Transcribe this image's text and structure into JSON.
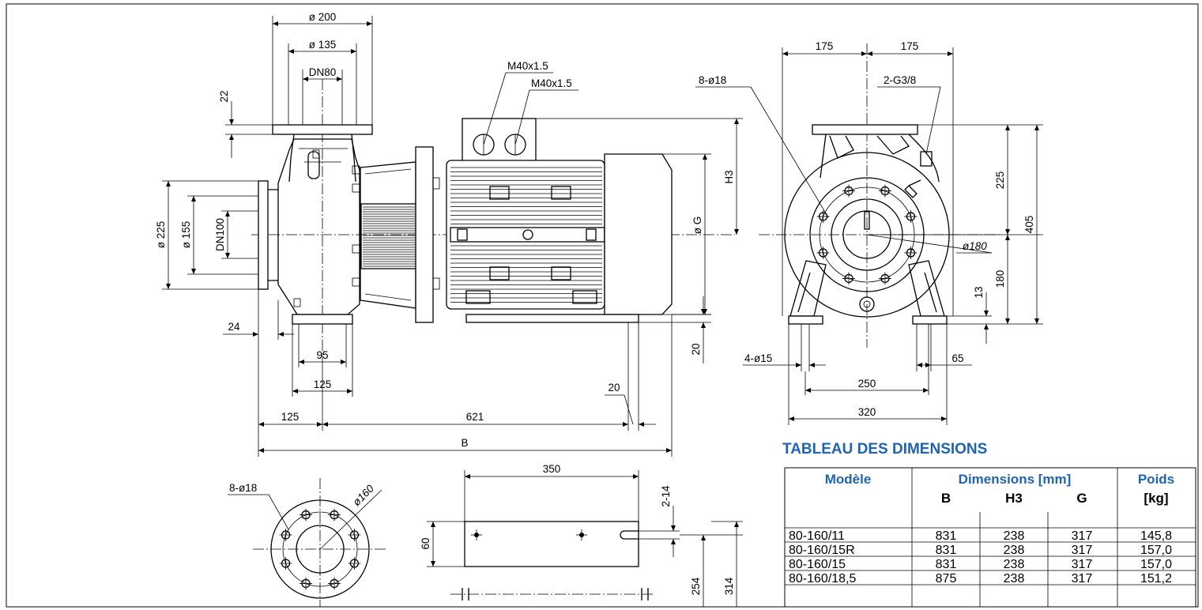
{
  "front_view": {
    "outlet_flange_od": "ø 200",
    "outlet_bolt_circle": "ø 135",
    "outlet_dn": "DN80",
    "outlet_flange_thk": "22",
    "inlet_flange_od": "ø 225",
    "inlet_bolt_circle": "ø 155",
    "inlet_dn": "DN100",
    "inlet_offset": "24",
    "foot_inner": "95",
    "foot_outer": "125",
    "front_to_foot": "125",
    "length_621": "621",
    "overall_length": "B",
    "base_rail": "20",
    "base_thk": "20",
    "cable_gland_1": "M40x1.5",
    "cable_gland_2": "M40x1.5",
    "h3_label": "H3",
    "g_label": "ø G"
  },
  "side_view": {
    "half_width_left": "175",
    "half_width_right": "175",
    "flange_holes": "8-ø18",
    "plugs": "2-G3/8",
    "height_upper": "225",
    "height_total": "405",
    "height_lower": "180",
    "foot_thk": "13",
    "bolt_circle": "ø180",
    "foot_holes": "4-ø15",
    "foot_slot": "65",
    "foot_centers": "250",
    "foot_width": "320"
  },
  "flange_detail": {
    "holes": "8-ø18",
    "bolt_circle": "ø160"
  },
  "base_detail": {
    "length": "350",
    "hole_range": "2-14",
    "width": "60",
    "dim_254": "254",
    "dim_314": "314"
  },
  "table": {
    "title": "TABLEAU DES DIMENSIONS",
    "col_model": "Modèle",
    "col_dims": "Dimensions [mm]",
    "col_b": "B",
    "col_h3": "H3",
    "col_g": "G",
    "col_poids_1": "Poids",
    "col_poids_2": "[kg]",
    "rows": [
      {
        "model": "80-160/11",
        "b": "831",
        "h3": "238",
        "g": "317",
        "poids": "145,8"
      },
      {
        "model": "80-160/15R",
        "b": "831",
        "h3": "238",
        "g": "317",
        "poids": "157,0"
      },
      {
        "model": "80-160/15",
        "b": "831",
        "h3": "238",
        "g": "317",
        "poids": "157,0"
      },
      {
        "model": "80-160/18,5",
        "b": "875",
        "h3": "238",
        "g": "317",
        "poids": "151,2"
      }
    ]
  }
}
